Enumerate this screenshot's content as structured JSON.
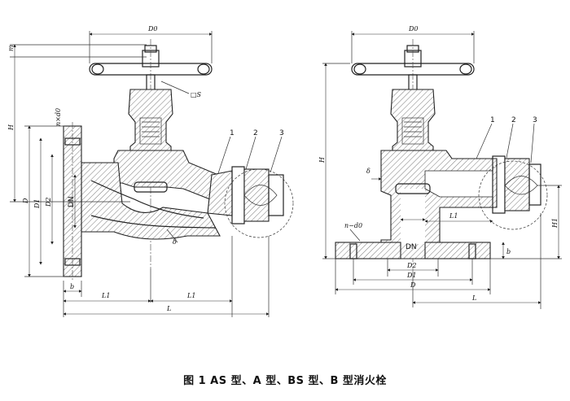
{
  "caption": "图 1  AS 型、A 型、BS 型、B 型消火栓",
  "left_view": {
    "labels": {
      "D0": "D0",
      "m": "m",
      "H": "H",
      "square_S": "□S",
      "n_d0": "n×d0",
      "D": "D",
      "D1": "D1",
      "D2": "D2",
      "DN": "DN",
      "b": "b",
      "L1_left": "L1",
      "L1_right": "L1",
      "L": "L",
      "delta": "δ",
      "part_1": "1",
      "part_2": "2",
      "part_3": "3"
    }
  },
  "right_view": {
    "labels": {
      "D0": "D0",
      "H": "H",
      "delta": "δ",
      "n_d0": "n−d0",
      "DN": "DN",
      "D2": "D2",
      "D1": "D1",
      "D": "D",
      "L": "L",
      "L1": "L1",
      "H1": "H1",
      "b": "b",
      "part_1": "1",
      "part_2": "2",
      "part_3": "3"
    }
  }
}
